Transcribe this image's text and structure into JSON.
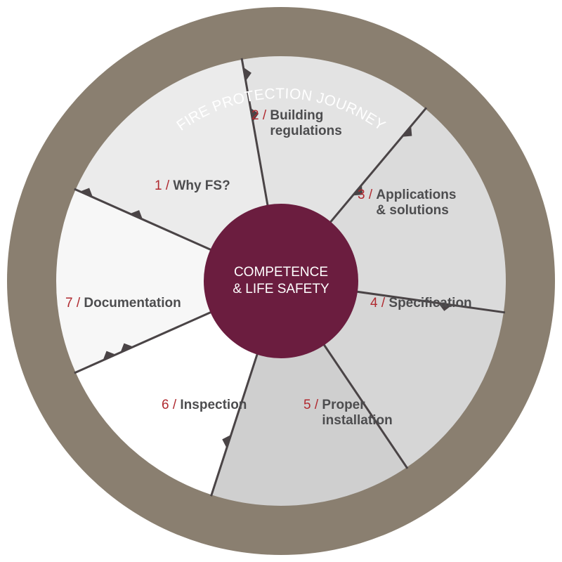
{
  "ring": {
    "title": "FIRE PROTECTION JOURNEY",
    "color": "#8a7f70"
  },
  "center": {
    "line1": "COMPETENCE",
    "line2": "& LIFE SAFETY",
    "color": "#6b1d3f"
  },
  "colors": {
    "number": "#b02a30",
    "label": "#4d4d4f",
    "divider": "#4a4446"
  },
  "segments": [
    {
      "number": "1",
      "sep": " / ",
      "lines": [
        "Why FS?"
      ],
      "fill": "#ffffff"
    },
    {
      "number": "2",
      "sep": " / ",
      "lines": [
        "Building",
        "regulations"
      ],
      "fill": "#f7f7f7"
    },
    {
      "number": "3",
      "sep": " / ",
      "lines": [
        "Applications",
        "& solutions"
      ],
      "fill": "#ebebeb"
    },
    {
      "number": "4",
      "sep": " / ",
      "lines": [
        "Specification"
      ],
      "fill": "#e3e3e3"
    },
    {
      "number": "5",
      "sep": " / ",
      "lines": [
        "Proper",
        "installation"
      ],
      "fill": "#dbdbdb"
    },
    {
      "number": "6",
      "sep": " / ",
      "lines": [
        "Inspection"
      ],
      "fill": "#d6d6d6"
    },
    {
      "number": "7",
      "sep": " / ",
      "lines": [
        "Documentation"
      ],
      "fill": "#cfcfcf"
    }
  ]
}
